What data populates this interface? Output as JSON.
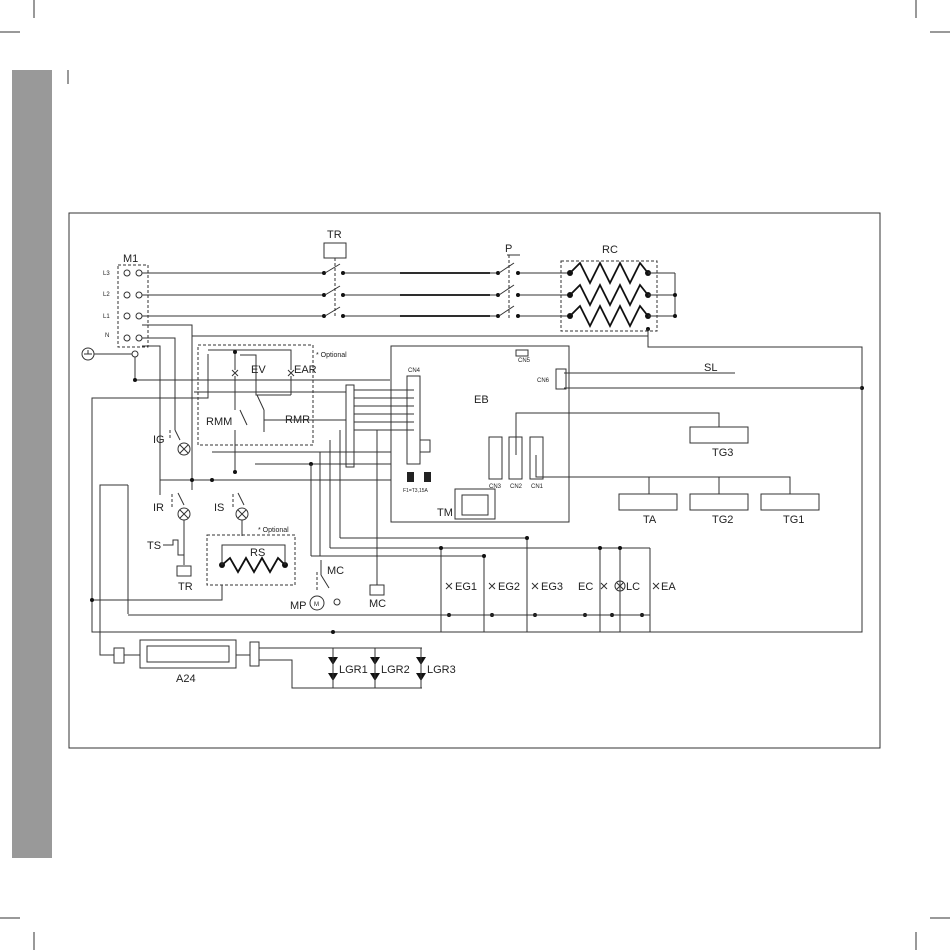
{
  "labels": {
    "m1": "M1",
    "l3": "L3",
    "l2": "L2",
    "l1": "L1",
    "n": "N",
    "tr_top": "TR",
    "p": "P",
    "rc": "RC",
    "optional_1": "* Optional",
    "ev": "EV",
    "ear": "EAR",
    "rmm": "RMM",
    "rmr": "RMR",
    "cn4": "CN4",
    "cn5": "CN5",
    "cn6": "CN6",
    "eb": "EB",
    "sl": "SL",
    "ig": "IG",
    "tg3": "TG3",
    "cn3": "CN3",
    "cn2": "CN2",
    "cn1": "CN1",
    "fuse": "F1=T3,15A",
    "tm": "TM",
    "ir": "IR",
    "is": "IS",
    "ta": "TA",
    "tg2": "TG2",
    "tg1": "TG1",
    "optional_2": "* Optional",
    "ts": "TS",
    "rs": "RS",
    "tr_bottom": "TR",
    "mc_switch": "MC",
    "eg1": "EG1",
    "eg2": "EG2",
    "eg3": "EG3",
    "ec": "EC",
    "lc": "LC",
    "ea": "EA",
    "mp": "MP",
    "mc_box": "MC",
    "a24": "A24",
    "lgr1": "LGR1",
    "lgr2": "LGR2",
    "lgr3": "LGR3"
  },
  "colors": {
    "side_tab": "#999999",
    "line": "#333333"
  }
}
